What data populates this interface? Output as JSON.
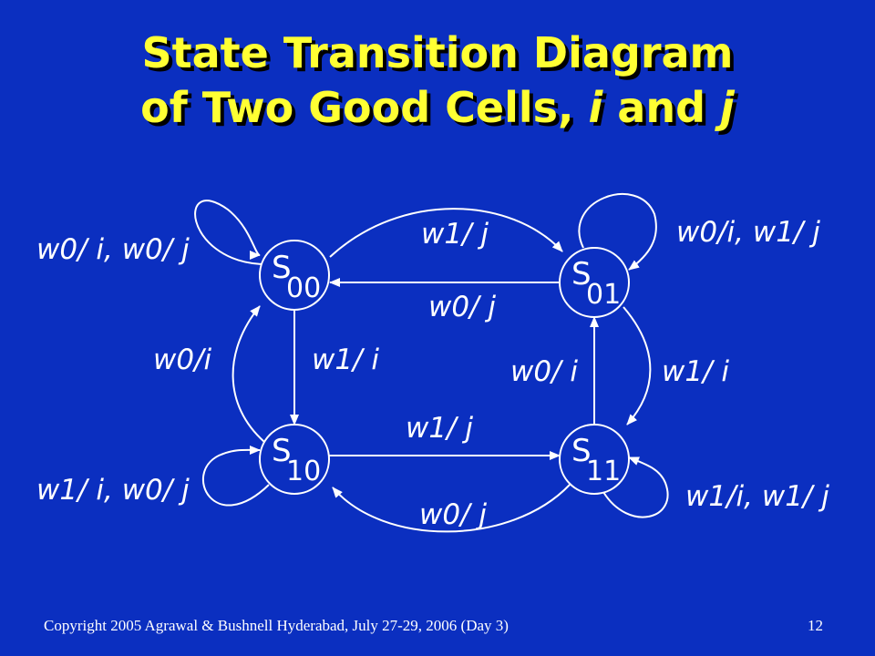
{
  "title": {
    "line1": "State Transition Diagram",
    "line2_prefix": "of Two Good Cells, ",
    "line2_i": "i",
    "line2_and": " and ",
    "line2_j": "j"
  },
  "states": [
    {
      "id": "s00",
      "letter": "S",
      "sub": "00"
    },
    {
      "id": "s01",
      "letter": "S",
      "sub": "01"
    },
    {
      "id": "s10",
      "letter": "S",
      "sub": "10"
    },
    {
      "id": "s11",
      "letter": "S",
      "sub": "11"
    }
  ],
  "transitions": {
    "s00_self": "w0/ i, w0/ j",
    "s01_self": "w0/i, w1/ j",
    "s10_self": "w1/ i, w0/ j",
    "s11_self": "w1/i, w1/ j",
    "s00_to_s01": "w1/ j",
    "s01_to_s00": "w0/ j",
    "s00_to_s10": "w1/ i",
    "s10_to_s00": "w0/i",
    "s10_to_s11": "w1/ j",
    "s11_to_s10": "w0/ j",
    "s11_to_s01": "w0/ i",
    "s01_to_s11": "w1/ i"
  },
  "footer": {
    "left": "Copyright 2005 Agrawal & Bushnell   Hyderabad, July 27-29, 2006 (Day 3)",
    "page": "12"
  },
  "colors": {
    "background": "#0b2fc0",
    "title": "#ffff33",
    "shadow": "#000000",
    "diagram": "#ffffff"
  }
}
